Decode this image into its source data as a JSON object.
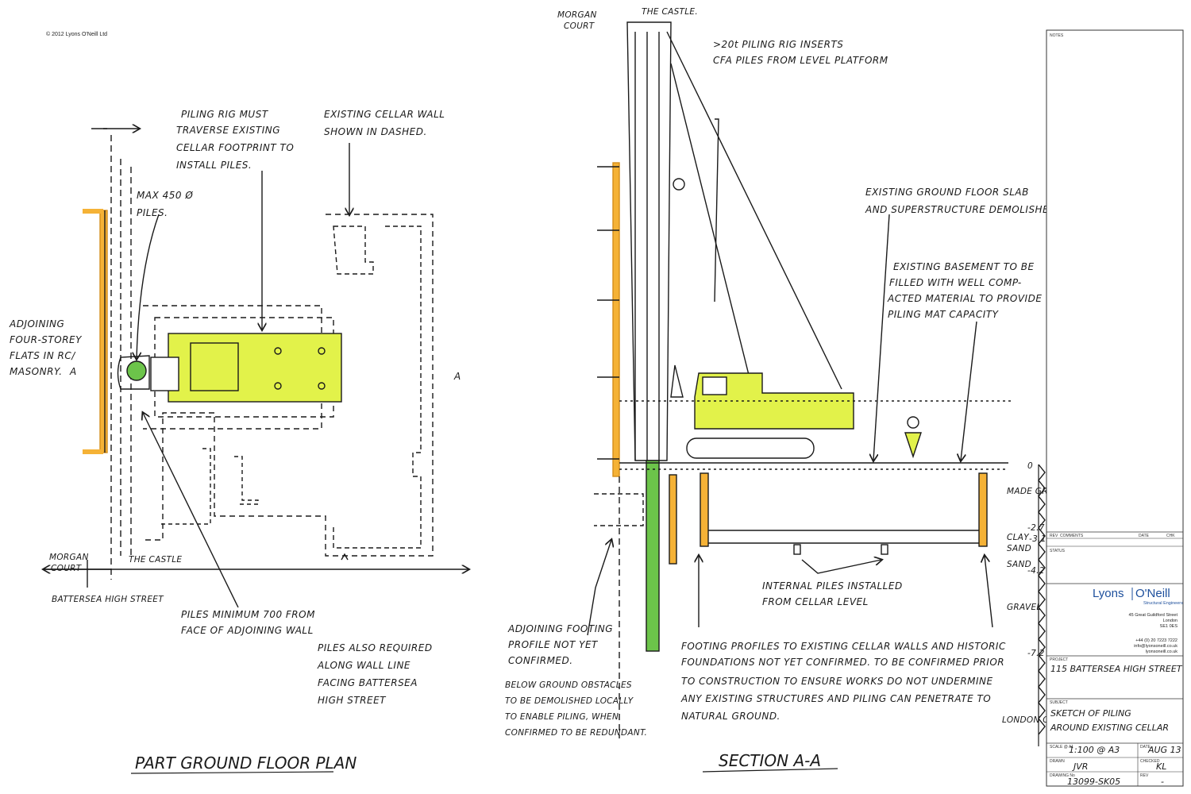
{
  "copyright": "© 2012 Lyons O'Neill Ltd",
  "plan": {
    "title": "PART GROUND FLOOR PLAN",
    "annotations": {
      "rig_traverse": [
        "PILING RIG MUST",
        "TRAVERSE EXISTING",
        "CELLAR FOOTPRINT TO",
        "INSTALL PILES."
      ],
      "existing_cellar": [
        "EXISTING CELLAR WALL",
        "SHOWN IN DASHED."
      ],
      "max_piles": [
        "MAX 450 Ø",
        "PILES."
      ],
      "adjoining": [
        "ADJOINING",
        "FOUR-STOREY",
        "FLATS IN RC/",
        "MASONRY."
      ],
      "pile_min": [
        "PILES MINIMUM 700 FROM",
        "FACE OF ADJOINING WALL"
      ],
      "piles_also": [
        "PILES ALSO REQUIRED",
        "ALONG WALL LINE",
        "FACING BATTERSEA",
        "HIGH STREET"
      ],
      "morgan_court": [
        "MORGAN",
        "COURT"
      ],
      "the_castle": "THE CASTLE",
      "battersea": "BATTERSEA HIGH STREET",
      "section_mark": "A"
    }
  },
  "section": {
    "title": "SECTION A-A",
    "annotations": {
      "morgan_court": [
        "MORGAN",
        "COURT"
      ],
      "the_castle": "THE CASTLE.",
      "rig": [
        ">20t PILING RIG INSERTS",
        "CFA PILES FROM LEVEL PLATFORM"
      ],
      "slab": [
        "EXISTING GROUND FLOOR SLAB",
        "AND SUPERSTRUCTURE DEMOLISHED"
      ],
      "basement": [
        "EXISTING BASEMENT TO BE",
        "FILLED WITH WELL COMP-",
        "ACTED MATERIAL TO PROVIDE",
        "PILING MAT CAPACITY"
      ],
      "internal_piles": [
        "INTERNAL PILES INSTALLED",
        "FROM CELLAR LEVEL"
      ],
      "adj_footing": [
        "ADJOINING FOOTING",
        "PROFILE NOT YET",
        "CONFIRMED."
      ],
      "below_ground": [
        "BELOW GROUND OBSTACLES",
        "TO BE DEMOLISHED LOCALLY",
        "TO ENABLE PILING, WHEN",
        "CONFIRMED TO BE REDUNDANT."
      ],
      "footing_profiles": [
        "FOOTING PROFILES TO EXISTING CELLAR WALLS AND HISTORIC",
        "FOUNDATIONS NOT YET CONFIRMED. TO BE CONFIRMED PRIOR",
        "TO CONSTRUCTION TO ENSURE WORKS DO NOT UNDERMINE",
        "ANY EXISTING STRUCTURES AND PILING CAN PENETRATE TO",
        "NATURAL GROUND."
      ]
    },
    "strata": [
      {
        "label": "MADE GROUND",
        "level": "0"
      },
      {
        "label": "CLAY",
        "level": "-2.7"
      },
      {
        "label": "SAND",
        "level": "-3.1"
      },
      {
        "label": "SAND",
        "level": ""
      },
      {
        "label": "GRAVEL",
        "level": "-4.2"
      },
      {
        "label": "LONDON CLAY",
        "level": "-7.2"
      }
    ]
  },
  "title_block": {
    "notes_label": "NOTES",
    "rev_headers": [
      "REV",
      "COMMENTS",
      "DATE",
      "CHK"
    ],
    "status_label": "STATUS",
    "company": "Lyons",
    "company2": "O'Neill",
    "company_sub": "Structural Engineers",
    "address": [
      "45 Great Guildford Street",
      "London",
      "SE1 0ES"
    ],
    "contact": [
      "+44 (0) 20 7223 7222",
      "info@lyonsoneill.co.uk",
      "lyonsoneill.co.uk"
    ],
    "project_label": "PROJECT",
    "project": "115 BATTERSEA HIGH STREET",
    "subject_label": "SUBJECT",
    "subject": [
      "SKETCH OF PILING",
      "AROUND EXISTING CELLAR"
    ],
    "scale_label": "SCALE @ A1",
    "scale": "1:100 @ A3",
    "date_label": "DATE",
    "date": "AUG 13",
    "drawn_label": "DRAWN",
    "drawn": "JVR",
    "checked_label": "CHECKED",
    "checked": "KL",
    "drawing_no_label": "DRAWING No",
    "drawing_no": "13099-SK05",
    "rev_label": "REV",
    "rev": "-"
  },
  "colors": {
    "rig_green": "#e2f24a",
    "wall_orange": "#f5b236",
    "pile_green": "#6cc44a",
    "ink": "#1a1a1a",
    "brand_blue": "#1d4f9c"
  }
}
